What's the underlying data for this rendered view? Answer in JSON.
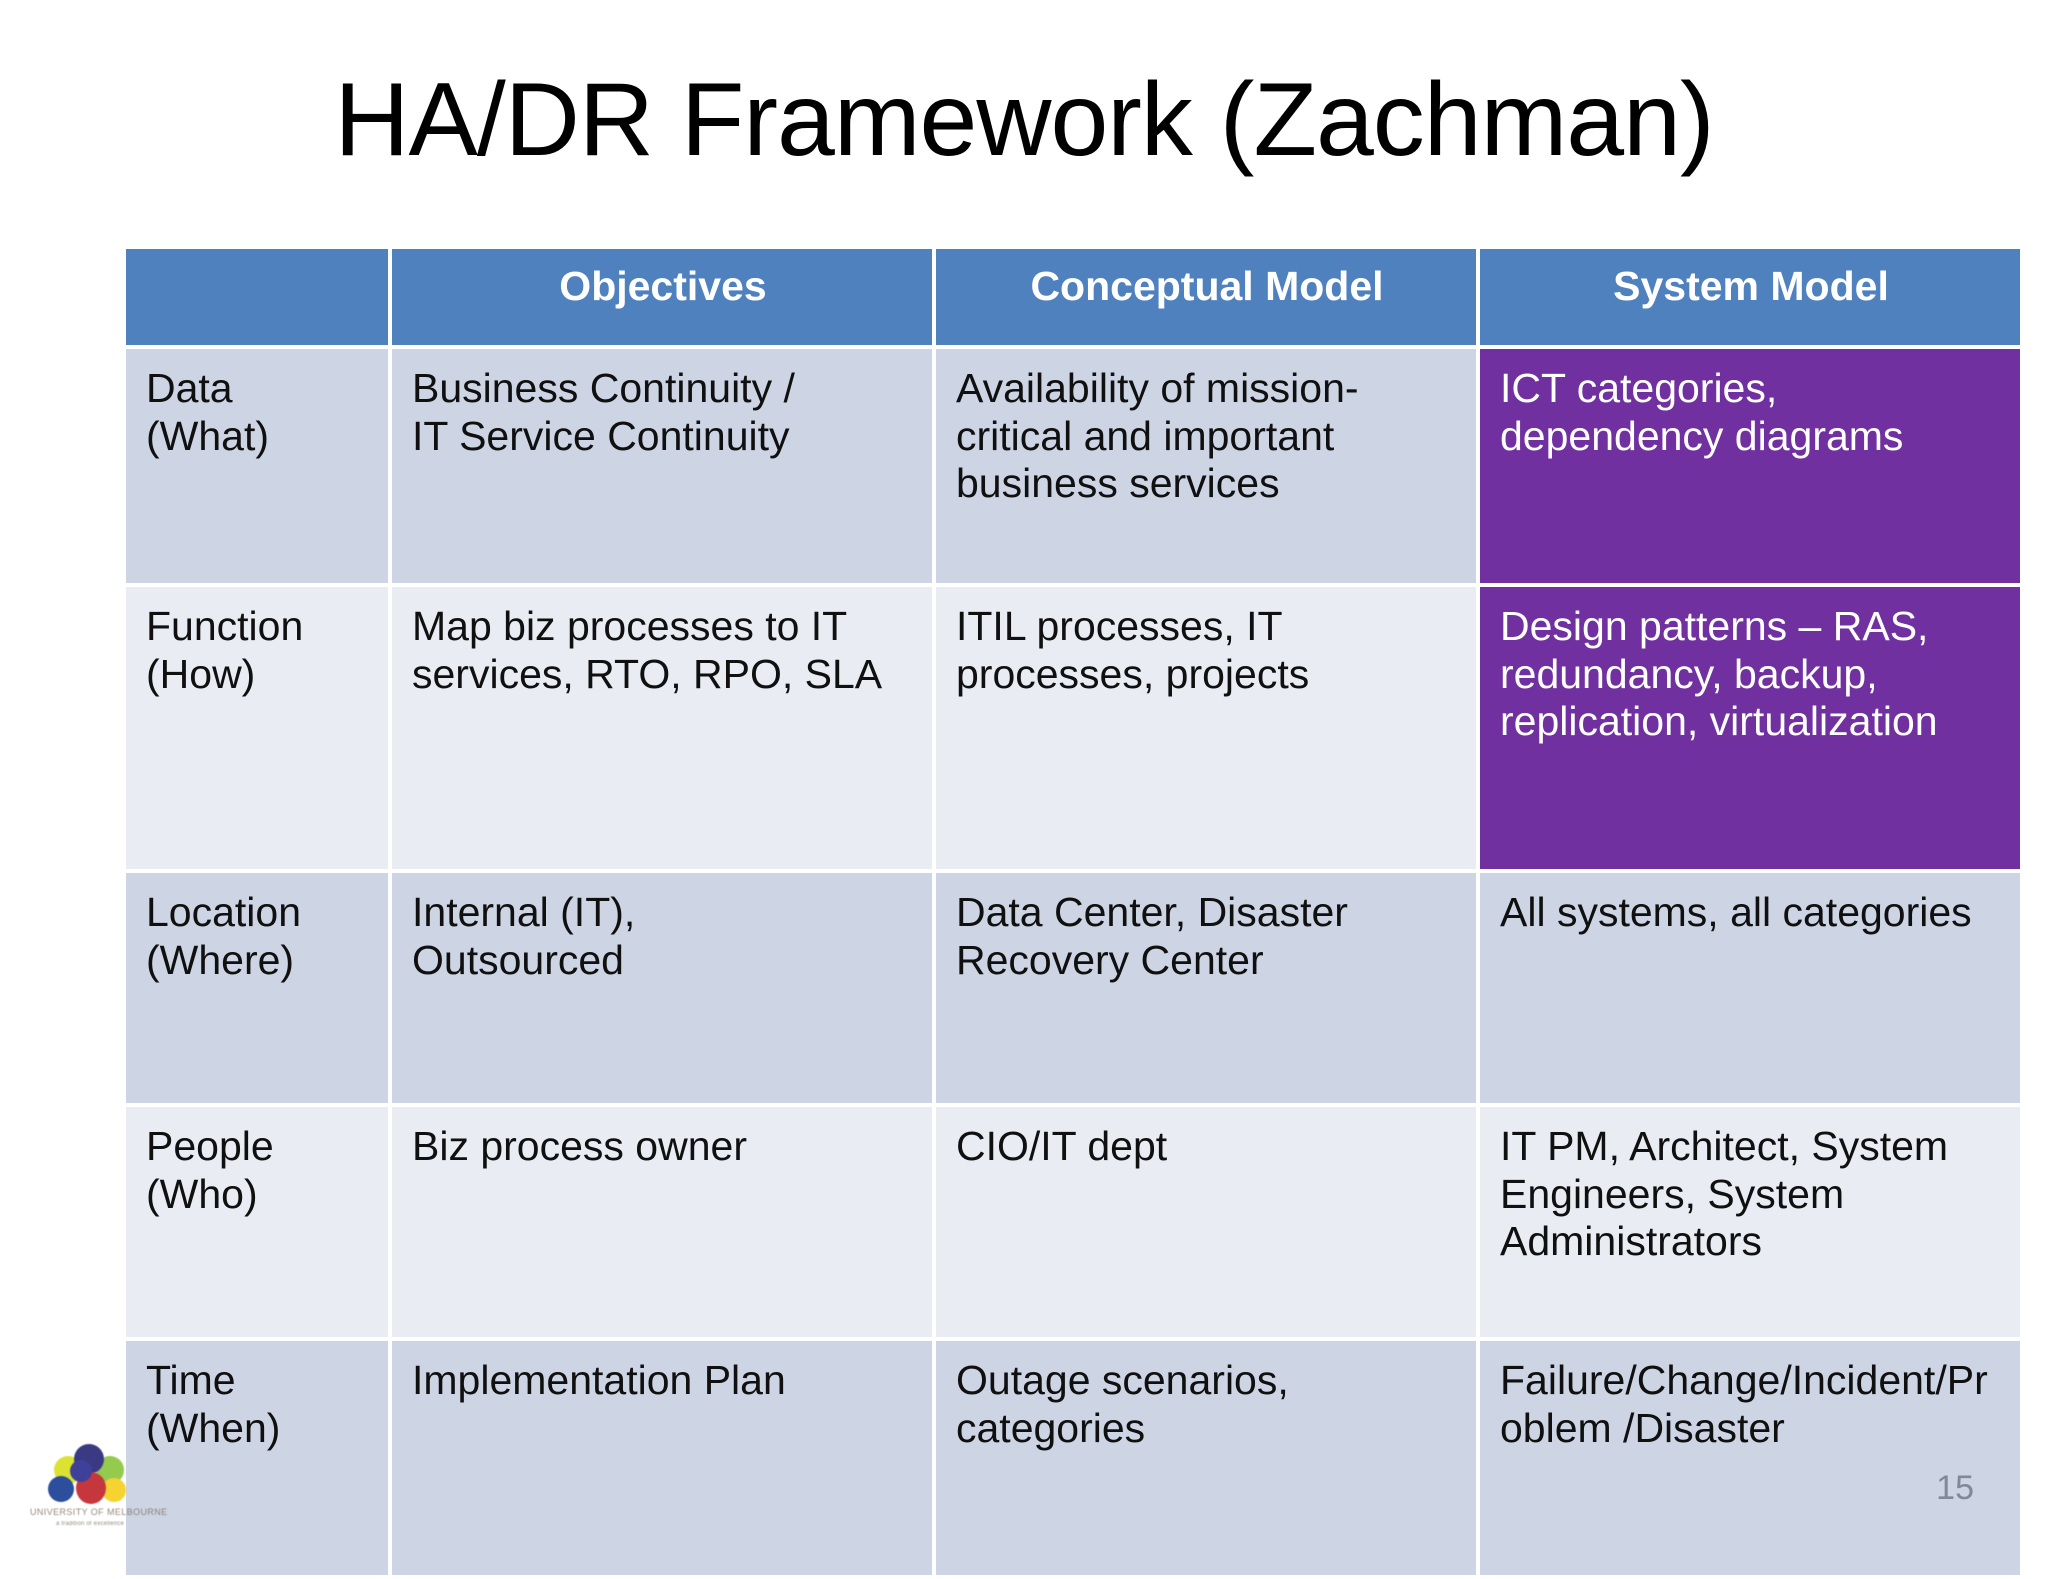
{
  "slide": {
    "title": "HA/DR Framework (Zachman)",
    "page_number": "15"
  },
  "table": {
    "corner_label": "",
    "columns": [
      {
        "key": "row_label",
        "label": ""
      },
      {
        "key": "objectives",
        "label": "Objectives"
      },
      {
        "key": "conceptual_model",
        "label": "Conceptual Model"
      },
      {
        "key": "system_model",
        "label": "System Model"
      }
    ],
    "rows": [
      {
        "row_label": "Data\n(What)",
        "row_label_line1": "Data",
        "row_label_line2": "(What)",
        "objectives": "Business Continuity /\nIT Service Continuity",
        "objectives_line1": "Business Continuity /",
        "objectives_line2": "IT Service Continuity",
        "conceptual_model": "Availability of mission-critical and important business services",
        "system_model": "ICT categories, dependency diagrams",
        "system_model_highlighted": true
      },
      {
        "row_label": "Function\n(How)",
        "row_label_line1": "Function",
        "row_label_line2": "(How)",
        "objectives": "Map biz processes to IT services, RTO, RPO, SLA",
        "conceptual_model": "ITIL processes, IT processes, projects",
        "system_model": "Design patterns – RAS, redundancy, backup, replication, virtualization",
        "system_model_highlighted": true
      },
      {
        "row_label": "Location\n(Where)",
        "row_label_line1": "Location",
        "row_label_line2": "(Where)",
        "objectives": "Internal (IT),\nOutsourced",
        "objectives_line1": "Internal (IT),",
        "objectives_line2": "Outsourced",
        "conceptual_model": "Data Center, Disaster Recovery Center",
        "system_model": "All systems, all categories",
        "system_model_highlighted": false
      },
      {
        "row_label": "People\n(Who)",
        "row_label_line1": "People",
        "row_label_line2": "(Who)",
        "objectives": "Biz process owner",
        "conceptual_model": "CIO/IT dept",
        "system_model": "IT PM, Architect, System Engineers, System Administrators",
        "system_model_highlighted": false
      },
      {
        "row_label": "Time\n(When)",
        "row_label_line1": "Time",
        "row_label_line2": "(When)",
        "objectives": "Implementation Plan",
        "conceptual_model": "Outage scenarios, categories",
        "system_model": "Failure/Change/Incident/Problem /Disaster",
        "system_model_highlighted": false
      }
    ]
  },
  "colors": {
    "header_blue": "#4E81BE",
    "band_dark": "#CDD5E5",
    "band_light": "#EAECF4",
    "highlight_purple": "#7030A0",
    "page_number_gray": "#808996"
  },
  "logo": {
    "name": "university-logo",
    "primary_text": "UNIVERSITY OF MELBOURNE",
    "secondary_text": "a tradition of excellence"
  }
}
